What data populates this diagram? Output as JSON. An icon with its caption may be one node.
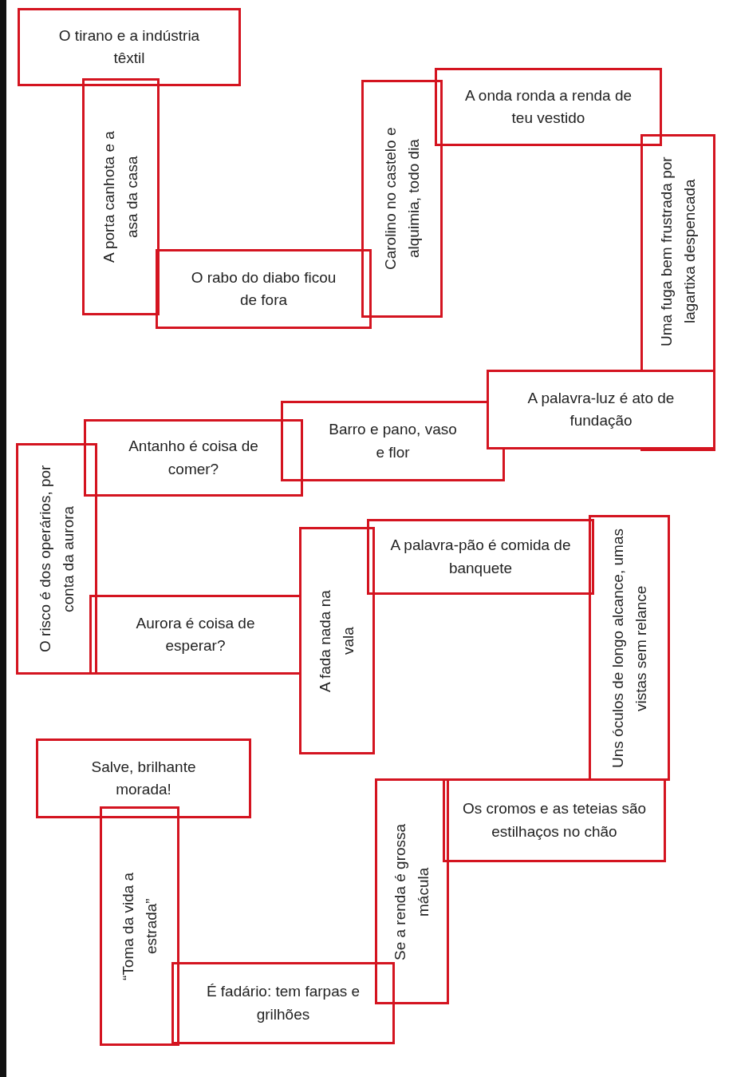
{
  "diagram": {
    "nodes": [
      {
        "text": [
          "O tirano e a indústria têxtil"
        ]
      },
      {
        "text": [
          "A porta canhota e a asa da casa"
        ]
      },
      {
        "text": [
          "O rabo do diabo ficou de fora"
        ]
      },
      {
        "text": [
          "Carolino no castelo e alquimia, todo dia"
        ]
      },
      {
        "text": [
          "A onda ronda a renda de teu vestido"
        ]
      },
      {
        "text": [
          "Uma fuga bem frustrada por lagartixa despencada"
        ]
      },
      {
        "text": [
          "A palavra-luz é ato de fundação"
        ]
      },
      {
        "text": [
          "Barro e pano, vaso e flor"
        ]
      },
      {
        "text": [
          "Antanho é coisa de comer?"
        ]
      },
      {
        "text": [
          "O risco é dos operários, por conta da aurora"
        ]
      },
      {
        "text": [
          "Aurora é coisa de esperar?"
        ]
      },
      {
        "text": [
          "A fada nada na vala"
        ]
      },
      {
        "text": [
          "A palavra-pão é comida de banquete"
        ]
      },
      {
        "text": [
          "Uns óculos de longo alcance, umas vistas sem relance"
        ]
      },
      {
        "text": [
          "Salve, brilhante morada!"
        ]
      },
      {
        "text": [
          "Os cromos e as teteias são estilhaços no chão"
        ]
      },
      {
        "text": [
          "Se a renda é grossa mácula"
        ]
      },
      {
        "text": [
          "“Toma da vida a estrada”"
        ]
      },
      {
        "text": [
          "É fadário: tem farpas e grilhões"
        ]
      }
    ]
  }
}
